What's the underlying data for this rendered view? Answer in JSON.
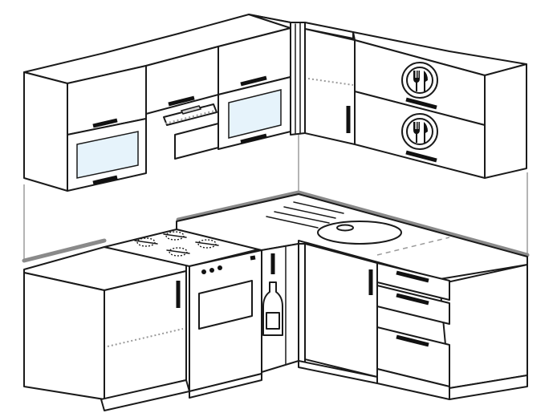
{
  "scene": {
    "layout": "corner-kitchen",
    "upper_cabinets": 4,
    "lower_cabinets": 3,
    "appliances": [
      "range-hood",
      "gas-hob",
      "oven",
      "sink"
    ],
    "door_icons": [
      "cutlery-icon",
      "cutlery-icon"
    ],
    "colors": {
      "line": "#1a1a1a",
      "wall": "#9a9a9a",
      "glass": "#e6f3fb",
      "background": "#ffffff"
    }
  }
}
